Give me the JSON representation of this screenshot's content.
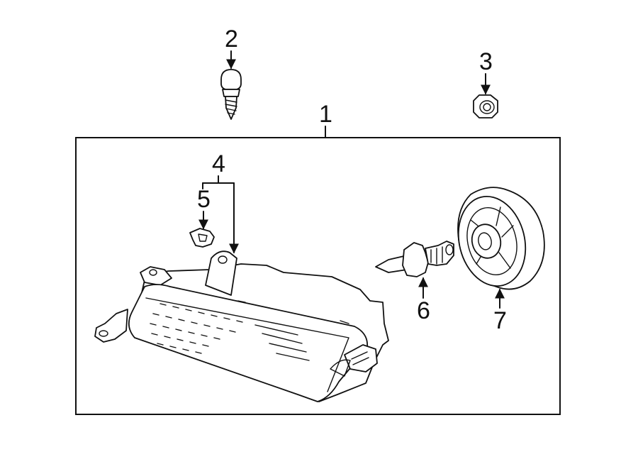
{
  "callouts": {
    "c1": "1",
    "c2": "2",
    "c3": "3",
    "c4": "4",
    "c5": "5",
    "c6": "6",
    "c7": "7"
  },
  "colors": {
    "line": "#111111",
    "background": "#ffffff"
  }
}
